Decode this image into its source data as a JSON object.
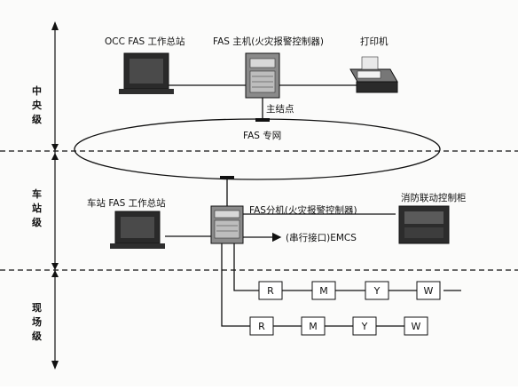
{
  "levels": {
    "central": [
      "中",
      "央",
      "级"
    ],
    "station": [
      "车",
      "站",
      "级"
    ],
    "field": [
      "现",
      "场",
      "级"
    ]
  },
  "central": {
    "occ_workstation_label": "OCC FAS 工作总站",
    "fas_host_label": "FAS 主机(火灾报警控制器)",
    "printer_label": "打印机",
    "main_node_label": "主结点"
  },
  "network": {
    "label": "FAS 专网"
  },
  "station": {
    "workstation_label": "车站 FAS 工作总站",
    "fas_branch_label": "FAS分机(火灾报警控制器)",
    "linkage_cabinet_label": "消防联动控制柜",
    "emcs_label": "(串行接口)EMCS"
  },
  "field": {
    "loops": [
      [
        "R",
        "M",
        "Y",
        "W"
      ],
      [
        "R",
        "M",
        "Y",
        "W"
      ]
    ]
  }
}
